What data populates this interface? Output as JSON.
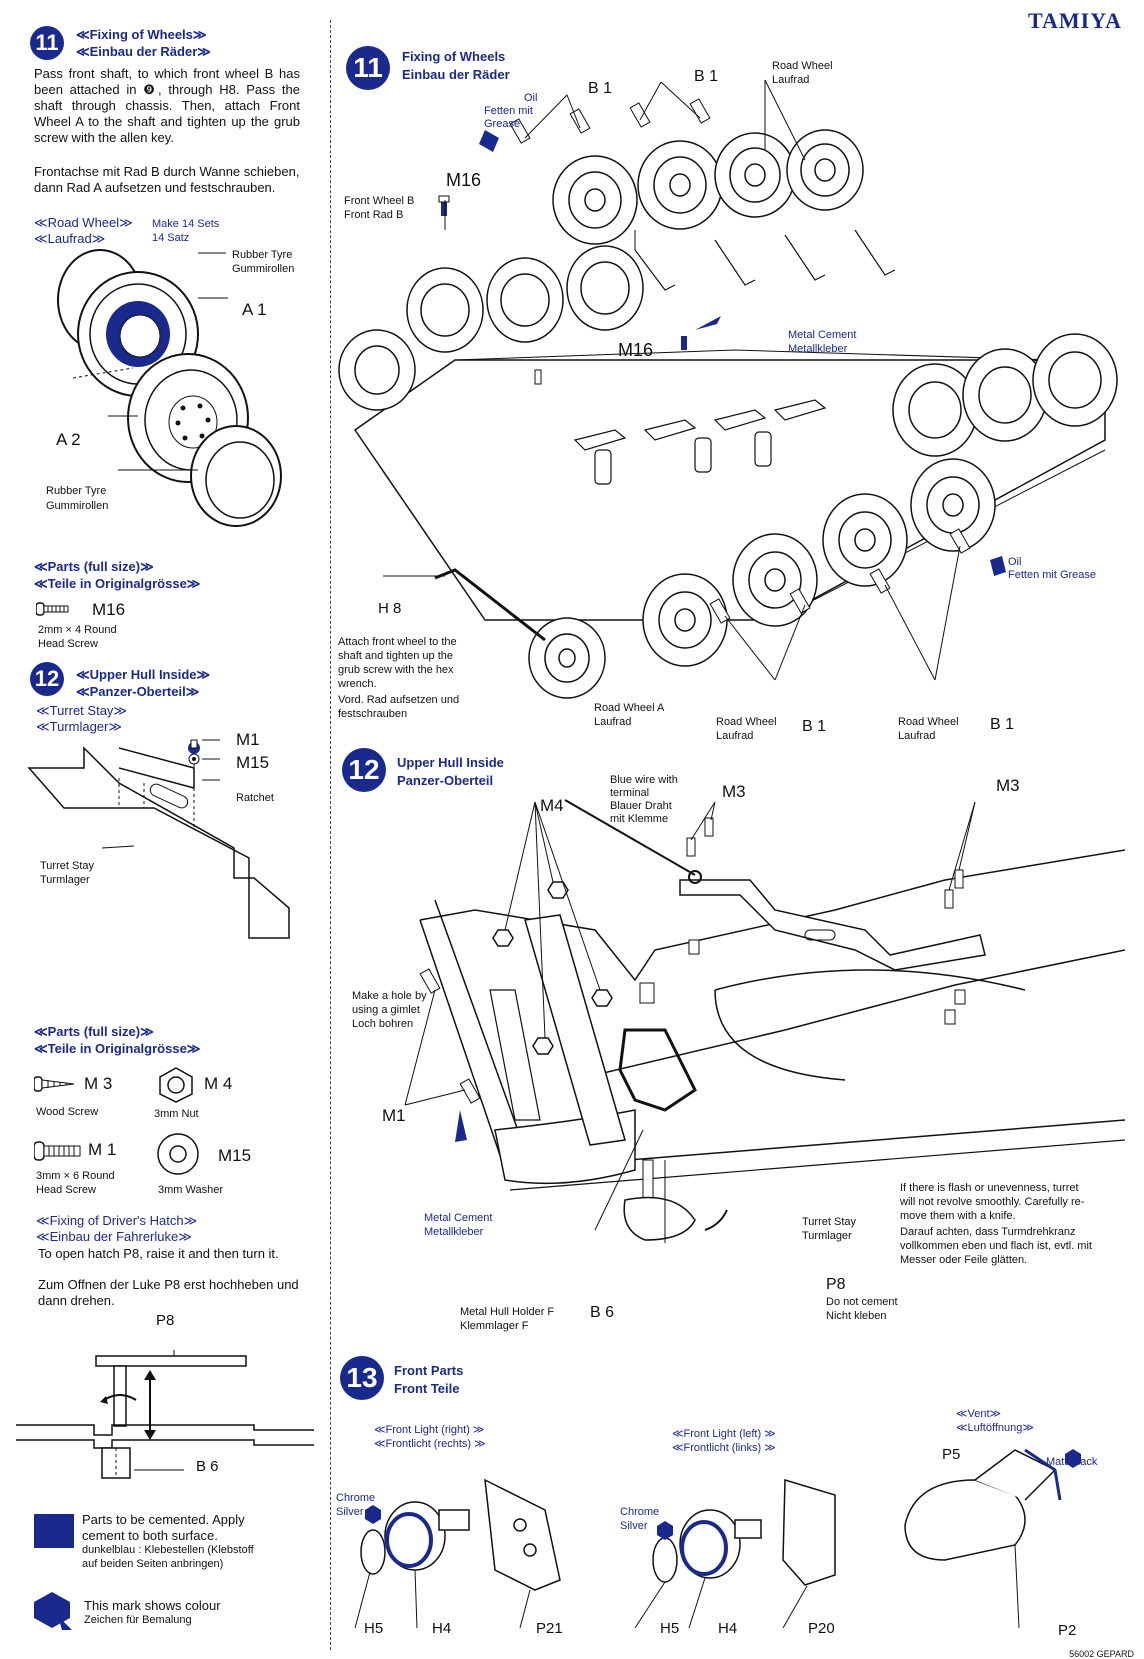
{
  "brand": "TAMIYA",
  "footer_code": "56002 GEPARD",
  "accent_color": "#1a2a8c",
  "left": {
    "step11": {
      "num": "11",
      "title_en": "≪Fixing of Wheels≫",
      "title_de": "≪Einbau der Räder≫",
      "text_en": "Pass front shaft, to which front wheel B has been attached in ❾, through H8. Pass the shaft through chassis. Then, attach Front Wheel A to the shaft and tighten up the grub screw with the allen key.",
      "text_de": "Frontachse mit Rad B durch Wanne schieben, dann Rad A aufsetzen und festschrauben.",
      "road_wheel_en": "≪Road Wheel≫",
      "road_wheel_de": "≪Laufrad≫",
      "make_en": "Make 14 Sets",
      "make_de": "14 Satz",
      "rubber_tyre_en": "Rubber Tyre",
      "rubber_tyre_de": "Gummirollen",
      "a1": "A 1",
      "a2": "A 2",
      "rubber_tyre2_en": "Rubber Tyre",
      "rubber_tyre2_de": "Gummirollen",
      "parts_en": "≪Parts (full size)≫",
      "parts_de": "≪Teile in Originalgrösse≫",
      "m16": "M16",
      "m16_desc1": "2mm × 4 Round",
      "m16_desc2": "Head Screw"
    },
    "step12": {
      "num": "12",
      "title_en": "≪Upper Hull Inside≫",
      "title_de": "≪Panzer-Oberteil≫",
      "turret_en": "≪Turret Stay≫",
      "turret_de": "≪Turmlager≫",
      "m1": "M1",
      "m15": "M15",
      "ratchet": "Ratchet",
      "stay_en": "Turret Stay",
      "stay_de": "Turmlager",
      "parts_en": "≪Parts (full size)≫",
      "parts_de": "≪Teile in Originalgrösse≫",
      "m3": "M 3",
      "m3_desc": "Wood Screw",
      "m4": "M 4",
      "m4_desc": "3mm Nut",
      "m1b": "M 1",
      "m1_desc1": "3mm × 6 Round",
      "m1_desc2": "Head Screw",
      "m15b": "M15",
      "m15_desc": "3mm Washer",
      "hatch_en": "≪Fixing of Driver's Hatch≫",
      "hatch_de": "≪Einbau der Fahrerluke≫",
      "hatch_text_en": "To open hatch P8, raise it and then turn it.",
      "hatch_text_de": "Zum Offnen der Luke P8 erst hochheben und dann drehen.",
      "p8": "P8",
      "b6": "B 6"
    },
    "legend": {
      "cement_en1": "Parts to be cemented. Apply",
      "cement_en2": "cement to both surface.",
      "cement_de1": "dunkelblau : Klebestellen (Klebstoff",
      "cement_de2": "auf beiden Seiten anbringen)",
      "colour_en": "This mark shows colour",
      "colour_de": "Zeichen für Bemalung"
    }
  },
  "right": {
    "step11": {
      "num": "11",
      "title_en": "Fixing of Wheels",
      "title_de": "Einbau der Räder",
      "b1": "B 1",
      "road_wheel_en": "Road Wheel",
      "road_wheel_de": "Laufrad",
      "oil1": "Oil",
      "oil2": "Fetten mit",
      "oil3": "Grease",
      "m16": "M16",
      "front_b_en": "Front Wheel B",
      "front_b_de": "Front Rad B",
      "metal_cement_en": "Metal Cement",
      "metal_cement_de": "Metallkleber",
      "oil_right1": "Oil",
      "oil_right2": "Fetten mit Grease",
      "h8": "H 8",
      "attach1": "Attach front wheel to the",
      "attach2": "shaft and tighten up the",
      "attach3": "grub screw with the  hex",
      "attach4": "wrench.",
      "attach_de1": "Vord. Rad aufsetzen und",
      "attach_de2": "festschrauben",
      "road_wheel_a_en": "Road Wheel A",
      "road_wheel_a_de": "Laufrad"
    },
    "step12": {
      "num": "12",
      "title_en": "Upper Hull Inside",
      "title_de": "Panzer-Oberteil",
      "blue_wire1": "Blue wire with",
      "blue_wire2": "terminal",
      "blue_wire3": "Blauer Draht",
      "blue_wire4": "mit Klemme",
      "m4": "M4",
      "m3": "M3",
      "make_hole1": "Make a hole by",
      "make_hole2": "using a gimlet",
      "make_hole3": "Loch bohren",
      "m1": "M1",
      "metal_cement_en": "Metal Cement",
      "metal_cement_de": "Metallkleber",
      "turret_stay_en": "Turret Stay",
      "turret_stay_de": "Turmlager",
      "flash1": "If there is flash or unevenness, turret",
      "flash2": "will not revolve smoothly. Carefully re-",
      "flash3": "move them with a knife.",
      "flash_de1": "Darauf achten, dass Turmdrehkranz",
      "flash_de2": "vollkommen eben und flach ist, evtl. mit",
      "flash_de3": "Messer oder Feile glätten.",
      "p8": "P8",
      "no_cement_en": "Do not cement",
      "no_cement_de": "Nicht kleben",
      "holder_en": "Metal Hull Holder  F",
      "holder_de": "Klemmlager F",
      "b6": "B 6"
    },
    "step13": {
      "num": "13",
      "title_en": "Front Parts",
      "title_de": "Front Teile",
      "light_r_en": "≪Front Light (right) ≫",
      "light_r_de": "≪Frontlicht (rechts) ≫",
      "light_l_en": "≪Front Light (left) ≫",
      "light_l_de": "≪Frontlicht (links) ≫",
      "vent_en": "≪Vent≫",
      "vent_de": "≪Luftöffnung≫",
      "chrome_silver1": "Chrome",
      "chrome_silver2": "Silver",
      "matt_black": "Matt Black",
      "p5": "P5",
      "h5": "H5",
      "h4": "H4",
      "p21": "P21",
      "p20": "P20",
      "p2": "P2"
    }
  }
}
